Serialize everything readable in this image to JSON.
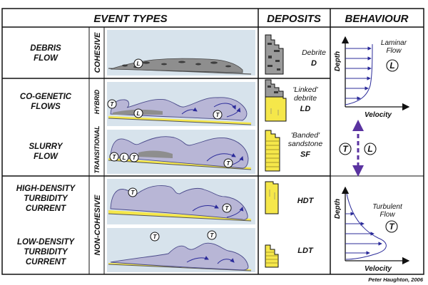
{
  "headers": {
    "event_types": "EVENT TYPES",
    "deposits": "DEPOSITS",
    "behaviour": "BEHAVIOUR"
  },
  "rows": {
    "debris_flow": [
      "DEBRIS",
      "FLOW"
    ],
    "co_genetic": [
      "CO-GENETIC",
      "FLOWS"
    ],
    "slurry_flow": [
      "SLURRY",
      "FLOW"
    ],
    "hdt": [
      "HIGH-DENSITY",
      "TURBIDITY",
      "CURRENT"
    ],
    "ldt": [
      "LOW-DENSITY",
      "TURBIDITY",
      "CURRENT"
    ]
  },
  "categories": {
    "cohesive": "COHESIVE",
    "hybrid": "HYBRID",
    "transitional": "TRANSITIONAL",
    "non_cohesive": "NON-COHESIVE"
  },
  "deposits": {
    "debrite": {
      "label": "Debrite",
      "code": "D"
    },
    "linked": {
      "line1": "'Linked'",
      "line2": "debrite",
      "code": "LD"
    },
    "banded": {
      "line1": "'Banded'",
      "line2": "sandstone",
      "code": "SF"
    },
    "hdt": {
      "code": "HDT"
    },
    "ldt": {
      "code": "LDT"
    }
  },
  "behaviour": {
    "depth_label": "Depth",
    "velocity_label": "Velocity",
    "laminar": {
      "line1": "Laminar",
      "line2": "Flow"
    },
    "turbulent": {
      "line1": "Turbulent",
      "line2": "Flow"
    }
  },
  "badges": {
    "laminar": "L",
    "turbulent": "T"
  },
  "credit": "Peter Haughton, 2006",
  "colors": {
    "panel_bg": "#d7e3ec",
    "sand": "#f5e74a",
    "debris": "#8e8e8e",
    "cloud": "#b8b6d6",
    "arrow": "#2b2b9a",
    "dashed_arrow": "#5a33a0"
  }
}
